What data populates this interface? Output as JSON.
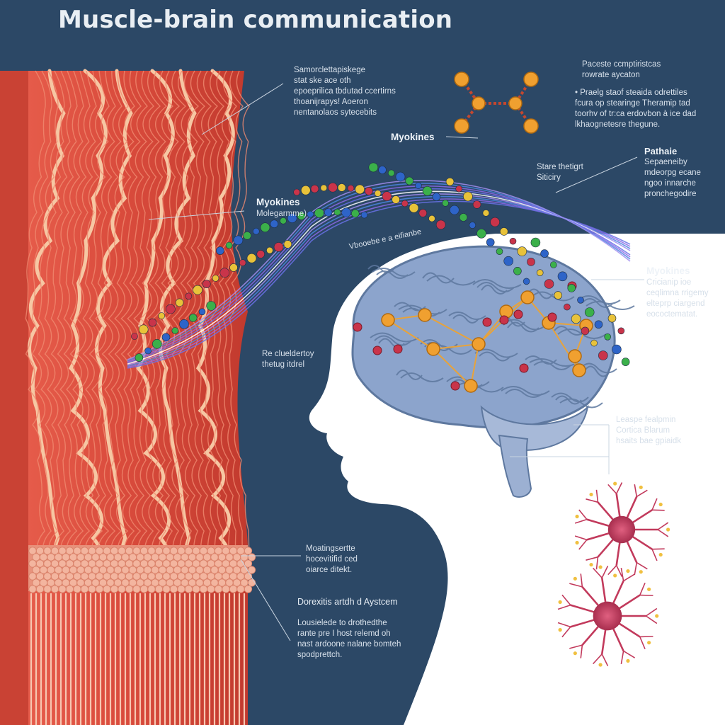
{
  "title": "Muscle-brain communication",
  "labels": {
    "top_center": "Samorclettapiskege\nstat ske ace oth\nepoeprilica tbdutad ccertirns\nthoanijrapys! Aoeron\nnentanolaos sytecebits",
    "top_right": "Paceste ccmptiristcas\nrowrate aycaton",
    "top_right_bullets": "• Praelg staof steaida odrettiles\nfcura op stearinge Theramip tad\ntoorhv of tr:ca erdovbon à ice dad\nlkhaognetesre thegune.",
    "myokines_top": "Myokines",
    "pathway_head": "Pathaie",
    "pathway_text": "Sepaeneiby\nmdeorpg ecane\nngoo innarche\npronchegodire",
    "stream_label": "Stare thetigrt\nSiticiry",
    "myokines_left_head": "Myokines",
    "myokines_left_sub": "Molegarmme)",
    "stream_curve_text": "Vbooebe e a eifianbe",
    "myokines_right_head": "Myokines",
    "myokines_right_text": "Cricianip ioe\nceqlimna rrigemy\nelteprp ciargend\neococtematat.",
    "muscle_callout": "Re clueldertoy\nthetug itdrel",
    "brain_stem": "Leaspe fealpmin\nCortica Blarum\nhsaits bae gpiaidk",
    "lower_mid": "Moatingsertte\nhocevitifid ced\noiarce ditekt.",
    "lower_head": "Dorexitis artdh d Aystcem",
    "lower_text": "Lousielede to drothedthe\nrante pre I host relemd oh\nnast ardoone nalane bomteh\nspodprettch."
  },
  "colors": {
    "background": "#2c4866",
    "muscle": "#d94b3c",
    "fiber_highlight": "#f6c7a3",
    "brain": "#8ca4cc",
    "head_silhouette": "#ffffff",
    "node_orange": "#f0a030",
    "neuron": "#c23a5c"
  },
  "icons": [
    "molecule-icon",
    "neuron-icon",
    "brain-icon",
    "muscle-fiber-icon"
  ]
}
